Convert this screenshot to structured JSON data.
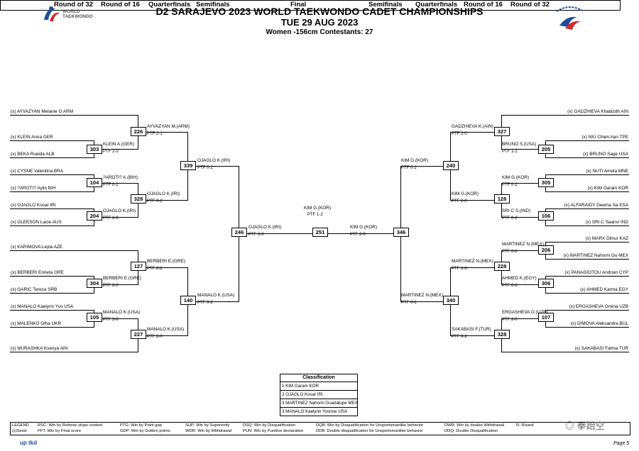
{
  "header": {
    "event": "D2 SARAJEVO 2023 WORLD TAEKWONDO CADET CHAMPIONSHIPS",
    "date": "TUE 29 AUG 2023",
    "category": "Women -156cm  Contestants: 27",
    "logo_left_line1": "WORLD",
    "logo_left_line2": "TAEKWONDO"
  },
  "rounds": [
    "Round of 32",
    "Round of 16",
    "Quarterfinals",
    "Semifinals",
    "Final",
    "Semifinals",
    "Quarterfinals",
    "Round of 16",
    "Round of 32"
  ],
  "entries": {
    "l1": "(x) AYVAZYAN Melanie G ARM",
    "l2": "(x) KLEIN Anna GER",
    "l3": "(x) BEKA Rueida ALB",
    "l4": "(x) CYSNE Valentina BRA",
    "l5": "(x) ?AROTI? Aylin BIH",
    "l6": "(x) OJAGLO Kosar IRI",
    "l7": "(x) GLEESON Lacie AUS",
    "l8": "(x) KARIMOVA Leyla AZE",
    "l9": "(x) BERBERI Enrieta GRE",
    "l10": "(x) GARIC Tereza SRB",
    "l11": "(x) MANALO Kaelynn Yvo USA",
    "l12": "(x) MALENKO Olha UKR",
    "l13": "(x) MURASHKA Ksenya AIN",
    "r1": "(x) GADZHIEVA Khadizdh AIN",
    "r2": "(x) NIU Chien-han TPE",
    "r3": "(x) BRUNO Sage USA",
    "r4": "(x) NUTI Amela MNE",
    "r5": "(x) KIM Garam KOR",
    "r6": "(x) ALFARAIDY Deema Sa KSA",
    "r7": "(x) SRI.C Saanvi IND",
    "r8": "(x) MARX Dilnur KAZ",
    "r9": "(x) MARTINEZ Nahomi Gu MEX",
    "r10": "(x) PANAGIOTOU Andrian CYP",
    "r11": "(x) AHMED Karma EGY",
    "r12": "(x) ERGASHEVA Omina UZB",
    "r13": "(x) DIMOVA Aleksandra BUL",
    "r14": "(x) SAKABASI Fatma TUR"
  },
  "matches": {
    "m226": {
      "no": "226",
      "winner": "AYVAZYAN M.(ARM)",
      "score": "PTF 2-1"
    },
    "m303": {
      "no": "303",
      "winner": "KLEIN A.(GER)",
      "score": "PTF 2-0"
    },
    "m104": {
      "no": "104",
      "winner": "?AROTI? A.(BIH)",
      "score": "PTF 0-2"
    },
    "m204": {
      "no": "204",
      "winner": "OJAGLO K.(IRI)",
      "score": "PTF 2-0"
    },
    "m339": {
      "no": "339",
      "winner": "OJAGLO K.(IRI)",
      "score": "PTF 0-2"
    },
    "m328l": {
      "no": "328",
      "winner": "OJAGLO K.(IRI)",
      "score": "PTF 0-2"
    },
    "m127": {
      "no": "127",
      "winner": "BERBERI E.(GRE)",
      "score": "PTF 0-2"
    },
    "m304": {
      "no": "304",
      "winner": "BERBERI E.(GRE)",
      "score": "PTF 2-0"
    },
    "m105": {
      "no": "105",
      "winner": "MANALO K.(USA)",
      "score": "PTF 2-0"
    },
    "m227": {
      "no": "227",
      "winner": "MANALO K.(USA)",
      "score": "PTF 2-0"
    },
    "m140": {
      "no": "140",
      "winner": "MANALO K.(USA)",
      "score": "PTF 0-2"
    },
    "m246": {
      "no": "246",
      "winner": "OJAGLO K.(IRI)",
      "score": "PTF 2-0"
    },
    "m251": {
      "no": "251",
      "winner": "KIM G.(KOR)",
      "score": "PTF 1-2"
    },
    "m346": {
      "no": "346",
      "winner": "KIM G.(KOR)",
      "score": "PTF 2-0"
    },
    "m327": {
      "no": "327",
      "winner": "GADZHIEVA K.(AIN)",
      "score": "PTF 2-0"
    },
    "m205": {
      "no": "205",
      "winner": "BRUNO S.(USA)",
      "score": "PTF 1-2"
    },
    "m240": {
      "no": "240",
      "winner": "KIM G.(KOR)",
      "score": "PTF 0-2"
    },
    "m305": {
      "no": "305",
      "winner": "KIM G.(KOR)",
      "score": "PTF 0-2"
    },
    "m128": {
      "no": "128",
      "winner": "KIM G.(KOR)",
      "score": "PTF 2-0"
    },
    "m106": {
      "no": "106",
      "winner": "SRI.C S.(IND)",
      "score": "PTF 0-2"
    },
    "m206": {
      "no": "206",
      "winner": "MARTINEZ N.(MEX)",
      "score": "PTF 0-2"
    },
    "m228": {
      "no": "228",
      "winner": "MARTINEZ N.(MEX)",
      "score": "PTF 2-0"
    },
    "m306": {
      "no": "306",
      "winner": "AHMED K.(EGY)",
      "score": "PTF 0-2"
    },
    "m340": {
      "no": "340",
      "winner": "MARTINEZ N.(MEX)",
      "score": "PTF 0-2"
    },
    "m107": {
      "no": "107",
      "winner": "ERGASHEVA O.(UZB)",
      "score": "PTF 2-0"
    },
    "m328r": {
      "no": "328",
      "winner": "SAKABASI F.(TUR)",
      "score": "PTF 0-2"
    }
  },
  "classification": {
    "title": "Classification",
    "rows": [
      "1 KIM Garam KOR",
      "2 OJAGLO Kosar IRI",
      "3 MARTINEZ Nahomi Guadalupe MEX",
      "3 MANALO Kaelynn Yvonne USA"
    ]
  },
  "legend": {
    "a1": "LEGEND",
    "a2": "(x)Seed",
    "b1": "RSC: Win by Referee stops contest",
    "b2": "PFT: Win by Final score",
    "c1": "PTG: Win by Point gap",
    "c2": "GDP: Win by Golden points",
    "d1": "SUP: Win by Superiority",
    "d2": "WDR: Win by Withdrawal",
    "e1": "DSQ: Win by Disqualification",
    "e2": "PUN: Win by Punitive declaration",
    "f1": "DQB: Win by Disqualification for Unsportsmanlike behavior",
    "f2": "DDB: Double disqualification for Unsportsmanlike behavior",
    "g1": "DWR: Win by double Withdrawal",
    "g2": "DDQ: Double Disqualification",
    "h1": "R: Round"
  },
  "footer": {
    "brand": "up tkd",
    "page": "Page 5",
    "watermark": "拳跆空"
  },
  "colors": {
    "logo_red": "#d7262e",
    "logo_blue": "#1b4f9c",
    "brand": "#1b4f9c"
  }
}
